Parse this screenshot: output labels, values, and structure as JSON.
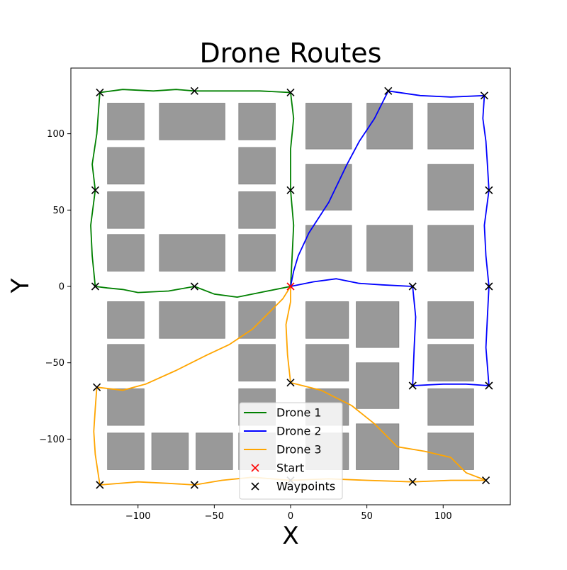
{
  "chart_data": {
    "type": "line",
    "title": "Drone Routes",
    "xlabel": "X",
    "ylabel": "Y",
    "xlim": [
      -144,
      144
    ],
    "ylim": [
      -143,
      143
    ],
    "xticks": [
      -100,
      -50,
      0,
      50,
      100
    ],
    "yticks": [
      100,
      50,
      0,
      -50,
      -100
    ],
    "grid": false,
    "legend_position": "bottom-center",
    "colors": {
      "Drone 1": "#008000",
      "Drone 2": "#0000ff",
      "Drone 3": "#ffa500",
      "Start": "#ff0000",
      "Waypoints": "#000000",
      "obstacle": "#999999"
    },
    "obstacles": [
      [
        -120,
        96,
        24,
        24
      ],
      [
        -86,
        96,
        43,
        24
      ],
      [
        -34,
        96,
        24,
        24
      ],
      [
        -120,
        67,
        24,
        24
      ],
      [
        -34,
        67,
        24,
        24
      ],
      [
        -120,
        38,
        24,
        24
      ],
      [
        -34,
        38,
        24,
        24
      ],
      [
        -120,
        10,
        24,
        24
      ],
      [
        -86,
        10,
        43,
        24
      ],
      [
        -34,
        10,
        24,
        24
      ],
      [
        10,
        90,
        30,
        30
      ],
      [
        50,
        90,
        30,
        30
      ],
      [
        90,
        90,
        30,
        30
      ],
      [
        10,
        50,
        30,
        30
      ],
      [
        90,
        50,
        30,
        30
      ],
      [
        10,
        10,
        30,
        30
      ],
      [
        50,
        10,
        30,
        30
      ],
      [
        90,
        10,
        30,
        30
      ],
      [
        -120,
        -34,
        24,
        24
      ],
      [
        -86,
        -34,
        43,
        24
      ],
      [
        -34,
        -34,
        24,
        24
      ],
      [
        -120,
        -62,
        24,
        24
      ],
      [
        -34,
        -62,
        24,
        24
      ],
      [
        -120,
        -91,
        24,
        24
      ],
      [
        -34,
        -91,
        24,
        24
      ],
      [
        -120,
        -120,
        24,
        24
      ],
      [
        -91,
        -120,
        24,
        24
      ],
      [
        -62,
        -120,
        24,
        24
      ],
      [
        -34,
        -120,
        24,
        24
      ],
      [
        10,
        -34,
        28,
        24
      ],
      [
        43,
        -40,
        28,
        30
      ],
      [
        90,
        -34,
        30,
        24
      ],
      [
        10,
        -62,
        28,
        24
      ],
      [
        43,
        -80,
        28,
        30
      ],
      [
        90,
        -62,
        30,
        24
      ],
      [
        10,
        -91,
        28,
        24
      ],
      [
        90,
        -91,
        30,
        24
      ],
      [
        10,
        -120,
        28,
        24
      ],
      [
        43,
        -120,
        28,
        30
      ],
      [
        90,
        -120,
        30,
        24
      ]
    ],
    "series": [
      {
        "name": "Drone 1",
        "points": [
          [
            0,
            0
          ],
          [
            -20,
            -4
          ],
          [
            -35,
            -7
          ],
          [
            -50,
            -5
          ],
          [
            -63,
            0
          ],
          [
            -80,
            -3
          ],
          [
            -100,
            -4
          ],
          [
            -110,
            -2
          ],
          [
            -120,
            -1
          ],
          [
            -128,
            0
          ],
          [
            -130,
            20
          ],
          [
            -131,
            40
          ],
          [
            -128,
            63
          ],
          [
            -130,
            80
          ],
          [
            -127,
            100
          ],
          [
            -125,
            127
          ],
          [
            -110,
            129
          ],
          [
            -90,
            128
          ],
          [
            -75,
            129
          ],
          [
            -63,
            128
          ],
          [
            -40,
            128
          ],
          [
            -20,
            128
          ],
          [
            0,
            127
          ],
          [
            2,
            110
          ],
          [
            0,
            90
          ],
          [
            0,
            63
          ],
          [
            2,
            40
          ],
          [
            1,
            20
          ],
          [
            0,
            0
          ]
        ]
      },
      {
        "name": "Drone 2",
        "points": [
          [
            0,
            0
          ],
          [
            2,
            10
          ],
          [
            5,
            20
          ],
          [
            12,
            35
          ],
          [
            25,
            55
          ],
          [
            37,
            80
          ],
          [
            45,
            95
          ],
          [
            55,
            110
          ],
          [
            64,
            128
          ],
          [
            85,
            125
          ],
          [
            105,
            124
          ],
          [
            127,
            125
          ],
          [
            126,
            110
          ],
          [
            128,
            95
          ],
          [
            129,
            80
          ],
          [
            130,
            63
          ],
          [
            127,
            40
          ],
          [
            128,
            20
          ],
          [
            130,
            0
          ],
          [
            129,
            -20
          ],
          [
            128,
            -40
          ],
          [
            130,
            -65
          ],
          [
            115,
            -64
          ],
          [
            100,
            -64
          ],
          [
            80,
            -65
          ],
          [
            81,
            -40
          ],
          [
            82,
            -20
          ],
          [
            80,
            0
          ],
          [
            60,
            1
          ],
          [
            45,
            2
          ],
          [
            30,
            5
          ],
          [
            15,
            3
          ],
          [
            0,
            0
          ]
        ]
      },
      {
        "name": "Drone 3",
        "points": [
          [
            0,
            0
          ],
          [
            -5,
            -8
          ],
          [
            -12,
            -15
          ],
          [
            -25,
            -28
          ],
          [
            -40,
            -38
          ],
          [
            -55,
            -45
          ],
          [
            -75,
            -55
          ],
          [
            -95,
            -64
          ],
          [
            -110,
            -68
          ],
          [
            -127,
            -66
          ],
          [
            -128,
            -80
          ],
          [
            -129,
            -95
          ],
          [
            -128,
            -110
          ],
          [
            -125,
            -130
          ],
          [
            -100,
            -128
          ],
          [
            -80,
            -129
          ],
          [
            -63,
            -130
          ],
          [
            -45,
            -127
          ],
          [
            -25,
            -125
          ],
          [
            0,
            -127
          ],
          [
            25,
            -126
          ],
          [
            50,
            -127
          ],
          [
            80,
            -128
          ],
          [
            105,
            -127
          ],
          [
            128,
            -127
          ],
          [
            115,
            -122
          ],
          [
            105,
            -112
          ],
          [
            88,
            -108
          ],
          [
            70,
            -105
          ],
          [
            55,
            -90
          ],
          [
            40,
            -78
          ],
          [
            20,
            -68
          ],
          [
            0,
            -63
          ],
          [
            -2,
            -45
          ],
          [
            -3,
            -25
          ],
          [
            0,
            -10
          ],
          [
            0,
            0
          ]
        ]
      }
    ],
    "start": [
      0,
      0
    ],
    "waypoints": [
      [
        -125,
        127
      ],
      [
        -63,
        128
      ],
      [
        0,
        127
      ],
      [
        -128,
        63
      ],
      [
        0,
        63
      ],
      [
        -128,
        0
      ],
      [
        -63,
        0
      ],
      [
        64,
        128
      ],
      [
        127,
        125
      ],
      [
        130,
        63
      ],
      [
        130,
        0
      ],
      [
        80,
        0
      ],
      [
        80,
        -65
      ],
      [
        130,
        -65
      ],
      [
        -127,
        -66
      ],
      [
        0,
        -63
      ],
      [
        -125,
        -130
      ],
      [
        -63,
        -130
      ],
      [
        0,
        -127
      ],
      [
        80,
        -128
      ],
      [
        128,
        -127
      ]
    ],
    "legend": [
      {
        "label": "Drone 1",
        "kind": "line"
      },
      {
        "label": "Drone 2",
        "kind": "line"
      },
      {
        "label": "Drone 3",
        "kind": "line"
      },
      {
        "label": "Start",
        "kind": "marker"
      },
      {
        "label": "Waypoints",
        "kind": "marker"
      }
    ]
  }
}
